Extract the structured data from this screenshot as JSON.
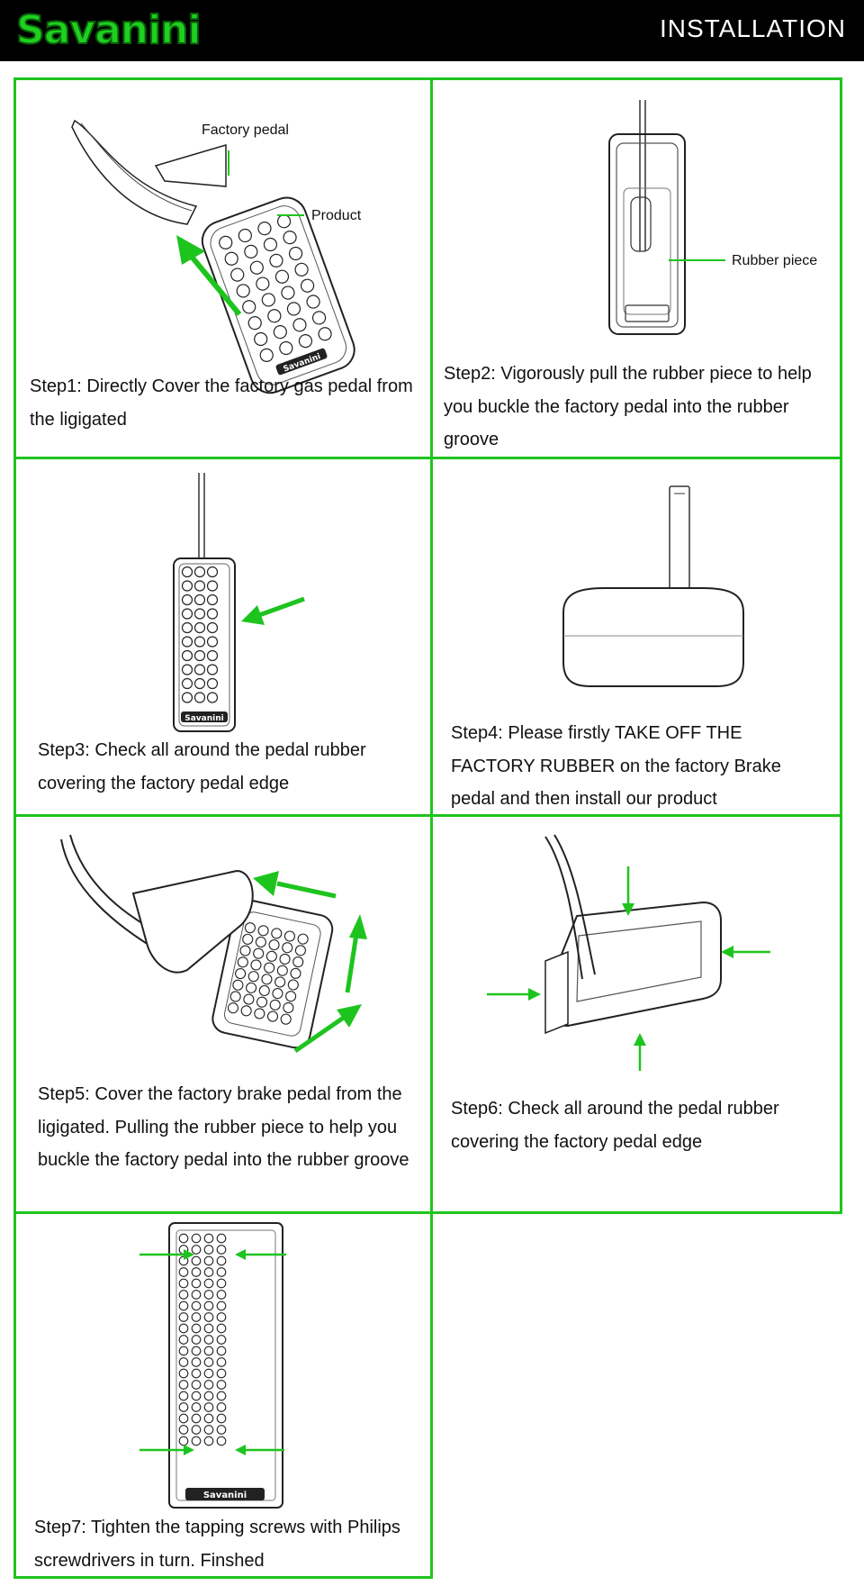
{
  "header": {
    "logo": "Savanini",
    "title": "INSTALLATION"
  },
  "accent_color": "#1ec41e",
  "steps": [
    {
      "caption": "Step1: Directly Cover the factory gas pedal from the ligigated",
      "labels": {
        "factory_pedal": "Factory pedal",
        "product": "Product"
      }
    },
    {
      "caption": "Step2: Vigorously pull the rubber piece to help you buckle the factory pedal into the rubber groove",
      "labels": {
        "rubber_piece": "Rubber piece"
      }
    },
    {
      "caption": "Step3: Check all around the pedal rubber covering the factory pedal edge"
    },
    {
      "caption": "Step4: Please firstly TAKE OFF THE FACTORY RUBBER on the factory Brake pedal and then install our product"
    },
    {
      "caption": "Step5: Cover the factory brake pedal from the ligigated. Pulling the rubber piece to help you buckle the factory pedal into the rubber  groove"
    },
    {
      "caption": "Step6: Check all around the pedal rubber covering the factory pedal edge"
    },
    {
      "caption": "Step7: Tighten the tapping screws with Philips screwdrivers in turn. Finshed"
    }
  ],
  "pedal_brand": "Savanini"
}
